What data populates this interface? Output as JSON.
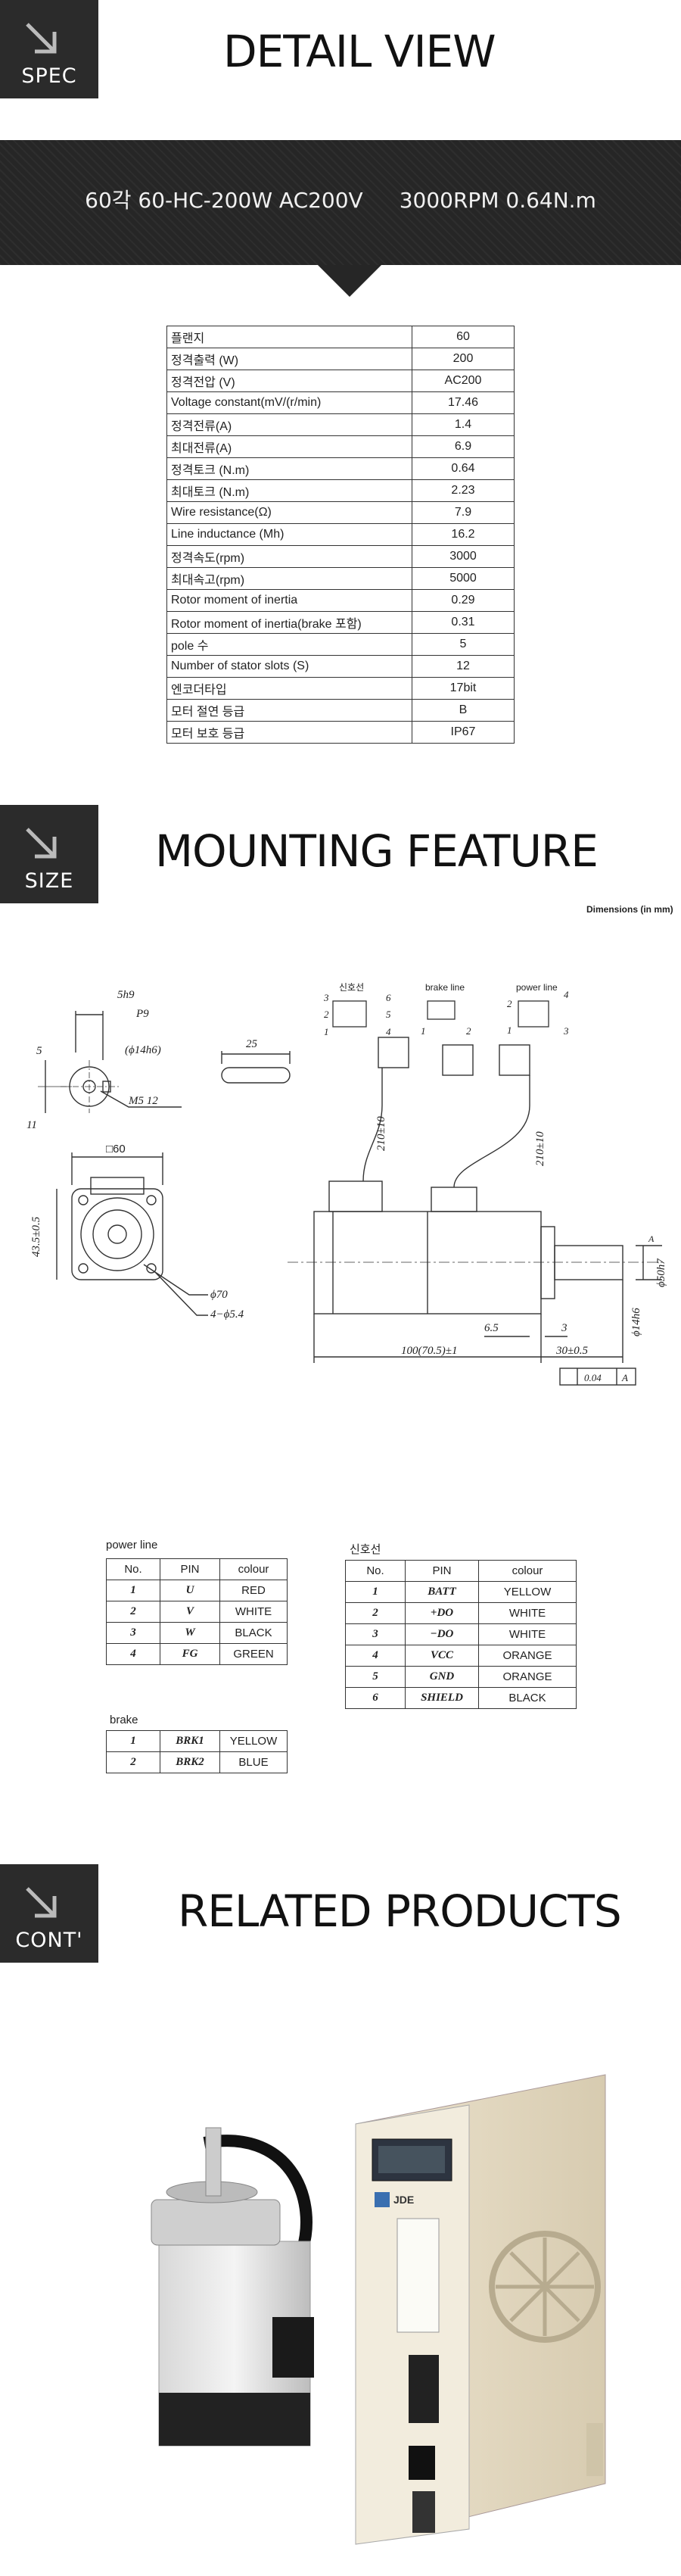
{
  "sections": {
    "spec": {
      "label": "SPEC",
      "title": "DETAIL VIEW"
    },
    "size": {
      "label": "SIZE",
      "title": "MOUNTING FEATURE"
    },
    "cont": {
      "label": "CONT'",
      "title": "RELATED PRODUCTS"
    }
  },
  "banner": {
    "model": "60각 60-HC-200W AC200V",
    "rating": "3000RPM 0.64N.m"
  },
  "spec_table": [
    {
      "k": "플랜지",
      "v": "60"
    },
    {
      "k": "정격출력  (W)",
      "v": "200"
    },
    {
      "k": "정격전압  (V)",
      "v": "AC200"
    },
    {
      "k": "Voltage constant(mV/(r/min)",
      "v": "17.46"
    },
    {
      "k": "정격전류(A)",
      "v": "1.4"
    },
    {
      "k": "최대전류(A)",
      "v": "6.9"
    },
    {
      "k": "정격토크 (N.m)",
      "v": "0.64"
    },
    {
      "k": "최대토크 (N.m)",
      "v": "2.23"
    },
    {
      "k": "Wire resistance(Ω)",
      "v": "7.9"
    },
    {
      "k": "Line inductance   (Mh)",
      "v": "16.2"
    },
    {
      "k": "정격속도(rpm)",
      "v": "3000"
    },
    {
      "k": "최대속고(rpm)",
      "v": "5000"
    },
    {
      "k": "Rotor moment of inertia",
      "v": "0.29"
    },
    {
      "k": "Rotor moment of inertia(brake 포함)",
      "v": "0.31"
    },
    {
      "k": "pole 수",
      "v": "5"
    },
    {
      "k": "Number of stator slots (S)",
      "v": "12"
    },
    {
      "k": "엔코더타입",
      "v": "17bit"
    },
    {
      "k": "모터 절연 등급",
      "v": "B"
    },
    {
      "k": "모터 보호 등급",
      "v": "IP67"
    }
  ],
  "dimensions_note": "Dimensions (in mm)",
  "drawing_labels": {
    "keyway_5h9": "5h9",
    "p9": "P9",
    "phi14h6_paren": "(ϕ14h6)",
    "m5": "M5   12",
    "d5": "5",
    "d11": "11",
    "key25": "25",
    "sig_line": "신호선",
    "brake_line": "brake line",
    "power_line": "power line",
    "c3": "3",
    "c6": "6",
    "c2": "2",
    "c5": "5",
    "c1": "1",
    "c4": "4",
    "b1": "1",
    "b2": "2",
    "p2": "2",
    "p4": "4",
    "p1": "1",
    "p3": "3",
    "sq60": "□60",
    "h43": "43.5±0.5",
    "phi70": "ϕ70",
    "holes": "4−ϕ5.4",
    "cable_a": "210±10",
    "cable_b": "210±10",
    "phi50": "ϕ50h7",
    "phi14": "ϕ14h6",
    "d65": "6.5",
    "d3": "3",
    "len100": "100(70.5)±1",
    "len30": "30±0.5",
    "tol": "0.04",
    "datum": "A",
    "datum_tri": "A"
  },
  "power_line_table": {
    "caption": "power line",
    "headers": [
      "No.",
      "PIN",
      "colour"
    ],
    "rows": [
      [
        "1",
        "U",
        "RED"
      ],
      [
        "2",
        "V",
        "WHITE"
      ],
      [
        "3",
        "W",
        "BLACK"
      ],
      [
        "4",
        "FG",
        "GREEN"
      ]
    ]
  },
  "brake_table": {
    "caption": "brake",
    "rows": [
      [
        "1",
        "BRK1",
        "YELLOW"
      ],
      [
        "2",
        "BRK2",
        "BLUE"
      ]
    ]
  },
  "signal_table": {
    "caption": "신호선",
    "headers": [
      "No.",
      "PIN",
      "colour"
    ],
    "rows": [
      [
        "1",
        "BATT",
        "YELLOW"
      ],
      [
        "2",
        "+DO",
        "WHITE"
      ],
      [
        "3",
        "−DO",
        "WHITE"
      ],
      [
        "4",
        "VCC",
        "ORANGE"
      ],
      [
        "5",
        "GND",
        "ORANGE"
      ],
      [
        "6",
        "SHIELD",
        "BLACK"
      ]
    ]
  },
  "drive_brand": "JDE"
}
